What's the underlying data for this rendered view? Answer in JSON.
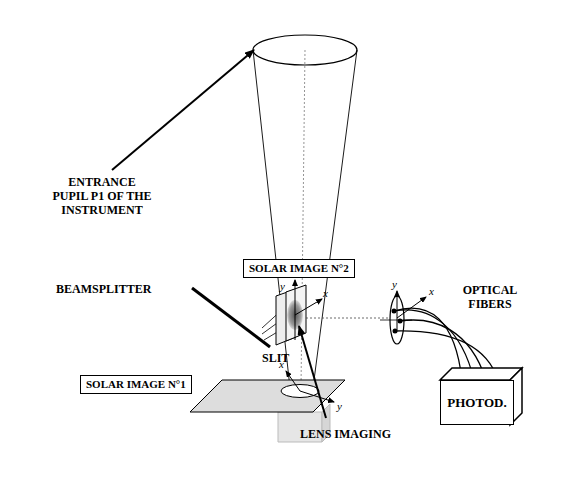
{
  "diagram": {
    "nodes": [
      {
        "text": [
          "SOLAR IMAGE N°2"
        ]
      },
      {
        "text": [
          "PHOTOD."
        ]
      },
      {
        "text": [
          "SOLAR IMAGE N°1"
        ]
      }
    ],
    "labels": [
      "ENTRANCE PUPIL P1 OF THE INSTRUMENT",
      "BEAMSPLITTER",
      "y",
      "x",
      "OPTICAL FIBERS",
      "y",
      "x",
      "SLIT",
      "x",
      "y",
      "LENS IMAGING"
    ]
  }
}
